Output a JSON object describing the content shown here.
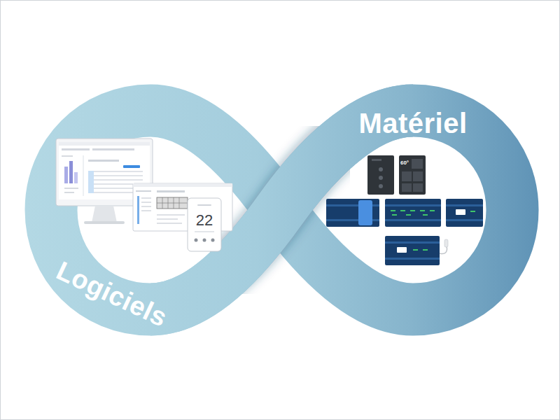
{
  "diagram": {
    "nodes": [
      {
        "text": [
          "Logiciels",
          "Matériel"
        ]
      }
    ],
    "labels": [
      "22",
      "60°"
    ]
  }
}
